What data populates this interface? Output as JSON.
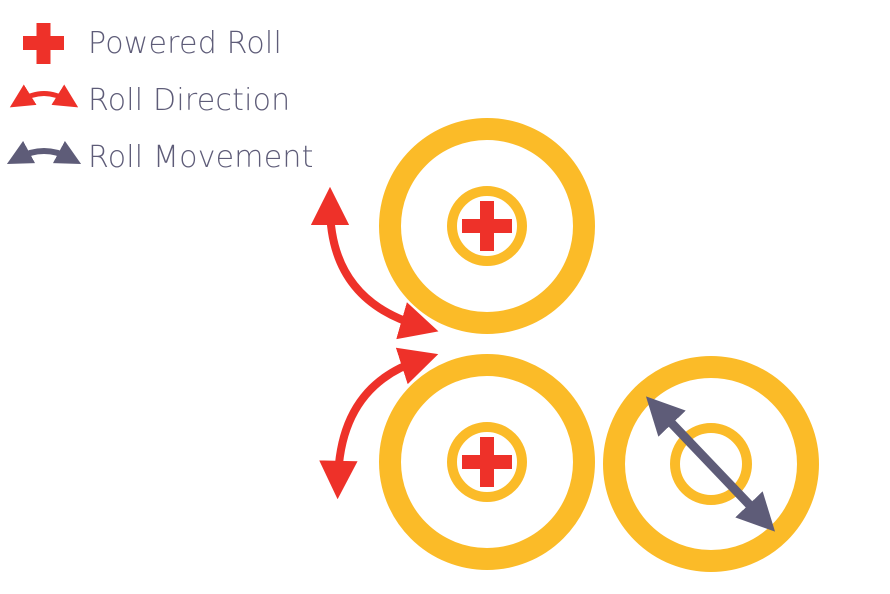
{
  "legend": {
    "items": [
      {
        "icon": "plus-icon",
        "label": "Powered Roll"
      },
      {
        "icon": "curved-double-arrow-icon",
        "label": "Roll Direction"
      },
      {
        "icon": "curved-double-arrow-icon",
        "label": "Roll Movement"
      }
    ]
  },
  "colors": {
    "powered": "#EE3129",
    "direction": "#EE3129",
    "movement": "#5E5C78",
    "roll": "#FBBB28",
    "text": "#5E5C78",
    "background": "#FFFFFF"
  },
  "rolls": [
    {
      "name": "top-left-roll",
      "type": "powered"
    },
    {
      "name": "bottom-left-roll",
      "type": "powered"
    },
    {
      "name": "bottom-right-roll",
      "type": "movable"
    }
  ]
}
